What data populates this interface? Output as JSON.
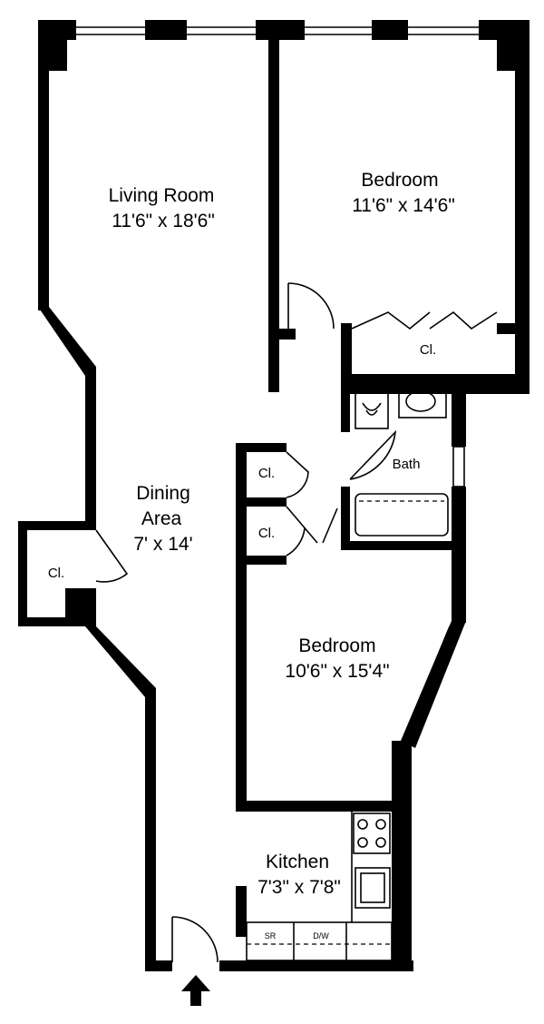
{
  "rooms": {
    "living_room": {
      "name": "Living Room",
      "dimensions": "11'6\" x 18'6\""
    },
    "bedroom_1": {
      "name": "Bedroom",
      "dimensions": "11'6\" x 14'6\""
    },
    "dining_area": {
      "name_line1": "Dining",
      "name_line2": "Area",
      "dimensions": "7' x 14'"
    },
    "bedroom_2": {
      "name": "Bedroom",
      "dimensions": "10'6\" x 15'4\""
    },
    "kitchen": {
      "name": "Kitchen",
      "dimensions": "7'3\" x 7'8\""
    },
    "bath": {
      "name": "Bath"
    }
  },
  "closets": {
    "bedroom_1_closet": "Cl.",
    "hall_closet_upper": "Cl.",
    "hall_closet_lower": "Cl.",
    "dining_closet": "Cl."
  },
  "appliances": {
    "dishwasher": "D/W",
    "other": "SR"
  },
  "colors": {
    "wall": "#000000",
    "background": "#ffffff"
  }
}
